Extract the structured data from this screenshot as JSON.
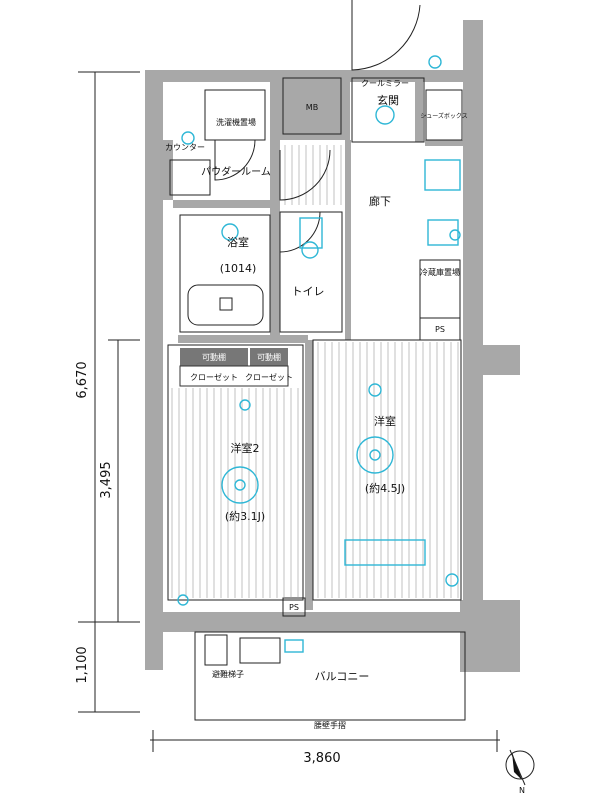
{
  "plan": {
    "dimensions": {
      "total_height": "6,670",
      "room_height": "3,495",
      "balcony_height": "1,100",
      "total_width": "3,860"
    },
    "rooms": {
      "entrance": "玄関",
      "mb": "MB",
      "cool_mirror": "クールミラー",
      "shoes_box": "シューズボックス",
      "washer": "洗濯機置場",
      "counter": "カウンター",
      "powder_room": "パウダールーム",
      "bath": "浴室",
      "bath_size": "(1014)",
      "toilet": "トイレ",
      "corridor": "廊下",
      "storage": "冷蔵庫置場",
      "ps_upper": "PS",
      "movable_shelf_1": "可動棚",
      "movable_shelf_2": "可動棚",
      "closet_1": "クローゼット",
      "closet_2": "クローゼット",
      "western_room_2": "洋室2",
      "western_room_2_size": "(約3.1J)",
      "western_room_1": "洋室",
      "western_room_1_size": "(約4.5J)",
      "ps_lower": "PS",
      "evacuation_ladder": "避難梯子",
      "balcony": "バルコニー",
      "handrail": "腰壁手摺"
    },
    "compass_label": "N"
  },
  "colors": {
    "wall": "#a8a8a8",
    "fixture": "#2fb7d6",
    "line": "#222222"
  }
}
